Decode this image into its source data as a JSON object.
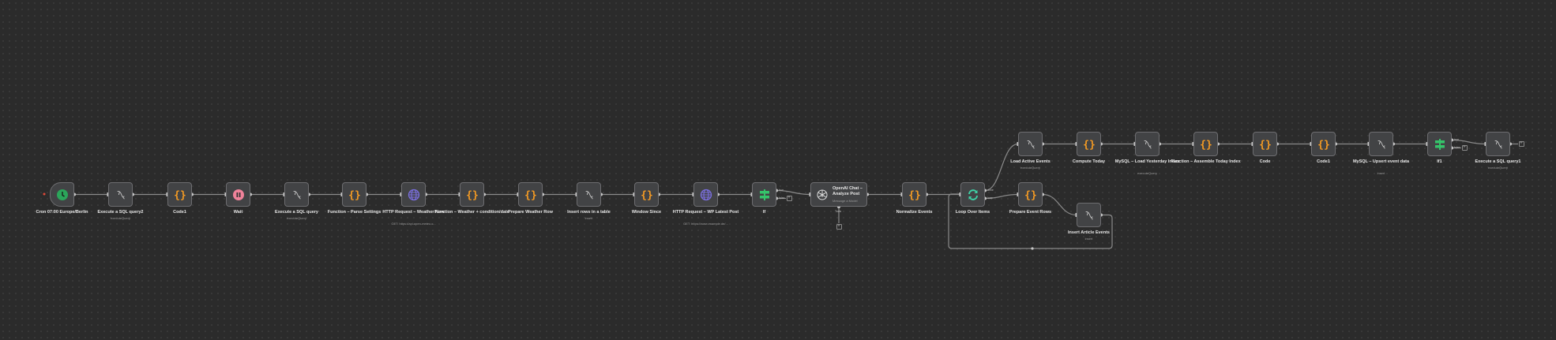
{
  "nodes": [
    {
      "label": "Cron 07:00 Europe/Berlin",
      "icon": "clock-icon"
    },
    {
      "label": "Execute a SQL query2",
      "sub": "executeQuery",
      "icon": "mysql-icon"
    },
    {
      "label": "Code1",
      "icon": "code-icon"
    },
    {
      "label": "Wait",
      "icon": "pause-icon"
    },
    {
      "label": "Execute a SQL query",
      "sub": "executeQuery",
      "icon": "mysql-icon"
    },
    {
      "label": "Function – Parse Settings",
      "icon": "code-icon"
    },
    {
      "label": "HTTP Request – Weather Now",
      "sub": "GET: https://api.open-meteo.c...",
      "icon": "globe-icon"
    },
    {
      "label": "Function – Weather + condition/date",
      "icon": "code-icon"
    },
    {
      "label": "Prepare Weather Row",
      "icon": "code-icon"
    },
    {
      "label": "Insert rows in a table",
      "sub": "insert",
      "icon": "mysql-icon"
    },
    {
      "label": "Window Since",
      "icon": "code-icon"
    },
    {
      "label": "HTTP Request – WP Latest Post",
      "sub": "GET: https://www.example.de/...",
      "icon": "globe-icon"
    },
    {
      "label": "If",
      "icon": "if-icon",
      "ports": [
        "true",
        "false"
      ]
    },
    {
      "label": "OpenAI Chat – Analyze Post",
      "sub": "Message a Model",
      "icon": "openai-icon",
      "tools": "Tools"
    },
    {
      "label": "Normalize Events",
      "icon": "code-icon"
    },
    {
      "label": "Loop Over Items",
      "icon": "loop-icon",
      "ports": [
        "done",
        "loop"
      ]
    },
    {
      "label": "Load Active Events",
      "sub": "executeQuery",
      "icon": "mysql-icon"
    },
    {
      "label": "Compute Today",
      "icon": "code-icon"
    },
    {
      "label": "MySQL – Load Yesterday Index",
      "sub": "executeQuery",
      "icon": "mysql-icon"
    },
    {
      "label": "Function – Assemble Today Index",
      "icon": "code-icon"
    },
    {
      "label": "Code",
      "icon": "code-icon"
    },
    {
      "label": "Code1",
      "icon": "code-icon"
    },
    {
      "label": "MySQL – Upsert event data",
      "sub": "insert",
      "icon": "mysql-icon"
    },
    {
      "label": "If1",
      "icon": "if-icon",
      "ports": [
        "true",
        "false"
      ]
    },
    {
      "label": "Execute a SQL query1",
      "sub": "executeQuery",
      "icon": "mysql-icon"
    },
    {
      "label": "Prepare Event Rows",
      "icon": "code-icon"
    },
    {
      "label": "Insert Article Events",
      "sub": "insert",
      "icon": "mysql-icon"
    }
  ],
  "colors": {
    "code": "#f59b23",
    "mysql": "#cfcfcf",
    "globe": "#7b6fe0",
    "if": "#35c46a",
    "loop": "#3fd0a5",
    "wait": "#f0829a",
    "cron": "#2ba55a"
  },
  "plus_label": "+"
}
